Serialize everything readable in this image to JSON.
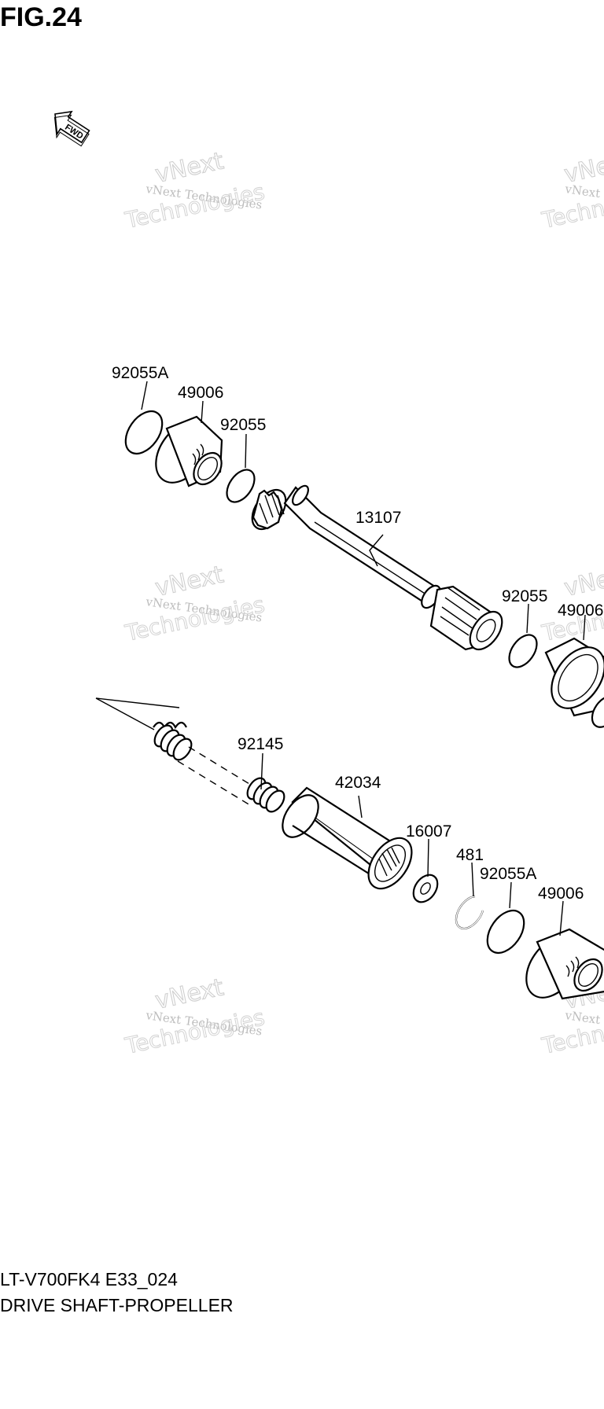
{
  "figure": {
    "title": "FIG.24"
  },
  "direction_marker": {
    "label": "FWD",
    "icon": "fwd-arrow-icon"
  },
  "watermark": {
    "line1": "vNext Technologies",
    "line2": "vNext",
    "line3": "Technologies"
  },
  "parts": [
    {
      "id": "p1",
      "number": "92055A"
    },
    {
      "id": "p2",
      "number": "49006"
    },
    {
      "id": "p3",
      "number": "92055"
    },
    {
      "id": "p4",
      "number": "13107"
    },
    {
      "id": "p5",
      "number": "92055"
    },
    {
      "id": "p6",
      "number": "49006"
    },
    {
      "id": "p7",
      "number": "92145"
    },
    {
      "id": "p8",
      "number": "42034"
    },
    {
      "id": "p9",
      "number": "16007"
    },
    {
      "id": "p10",
      "number": "481"
    },
    {
      "id": "p11",
      "number": "92055A"
    },
    {
      "id": "p12",
      "number": "49006"
    }
  ],
  "footer": {
    "model_code": "LT-V700FK4 E33_024",
    "section_name": "DRIVE SHAFT-PROPELLER"
  }
}
